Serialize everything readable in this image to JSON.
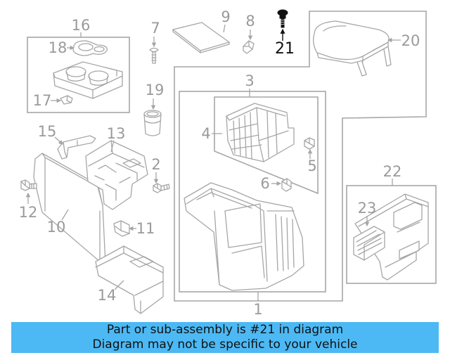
{
  "callouts": {
    "p1": "1",
    "p2": "2",
    "p3": "3",
    "p4": "4",
    "p5": "5",
    "p6": "6",
    "p7": "7",
    "p8": "8",
    "p9": "9",
    "p10": "10",
    "p11": "11",
    "p12": "12",
    "p13": "13",
    "p14": "14",
    "p15": "15",
    "p16": "16",
    "p17": "17",
    "p18": "18",
    "p19": "19",
    "p20": "20",
    "p21": "21",
    "p22": "22",
    "p23": "23"
  },
  "banner": {
    "line1": "Part or sub-assembly is #21 in diagram",
    "line2": "Diagram may not be specific to your vehicle"
  },
  "colors": {
    "banner": "#4cb9f4",
    "diagram_line": "#a6a6a6",
    "callout_text": "#9a9a9a",
    "highlight": "#111111"
  }
}
